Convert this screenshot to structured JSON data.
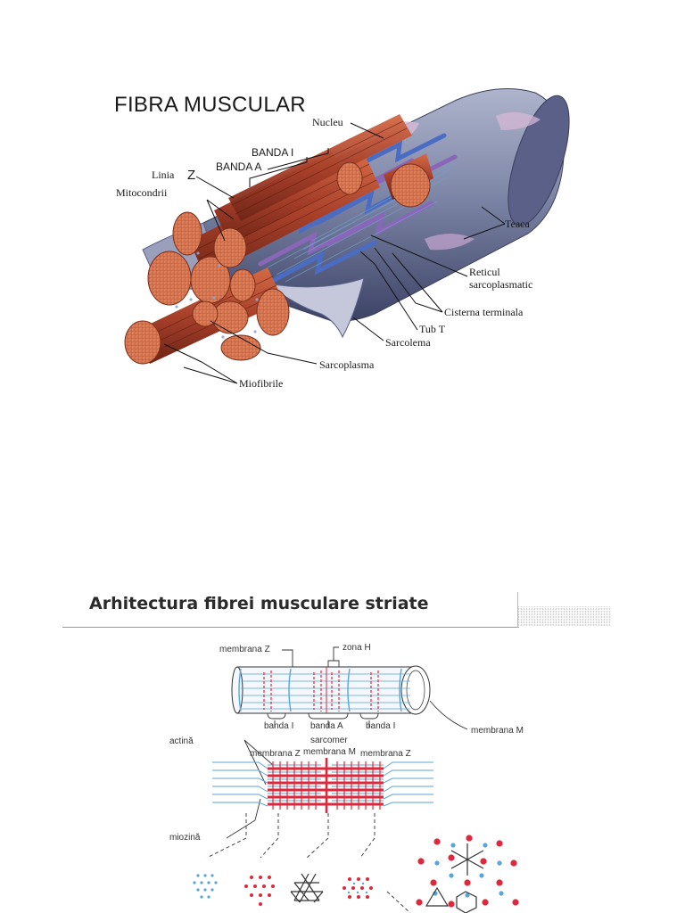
{
  "figure1": {
    "title": "FIBRA MUSCULAR",
    "labels": {
      "nucleu": "Nucleu",
      "banda_i": "BANDA I",
      "banda_a": "BANDA A",
      "linia": "Linia",
      "z": "Z",
      "mitocondrii": "Mitocondrii",
      "teaca": "Teaca",
      "reticul_1": "Reticul",
      "reticul_2": "sarcoplasmatic",
      "cisterna": "Cisterna terminala",
      "tub_t": "Tub T",
      "sarcolema": "Sarcolema",
      "sarcoplasma": "Sarcoplasma",
      "miofibrile": "Miofibrile"
    },
    "colors": {
      "sheath": "#7f87a8",
      "sheath_light": "#c4c8da",
      "myofibril": "#b94a2c",
      "myofibril_end": "#d9673f",
      "tubule_blue": "#4a6cc2",
      "tubule_purple": "#8a66b8"
    }
  },
  "figure2": {
    "title": "Arhitectura fibrei musculare striate",
    "labels": {
      "membrana_z_top": "membrana Z",
      "zona_h": "zona H",
      "membrana_m_right": "membrana M",
      "banda_i_left": "banda I",
      "banda_a": "banda A",
      "banda_i_right": "banda I",
      "sarcomer": "sarcomer",
      "actina": "actină",
      "membrana_z_left": "membrana Z",
      "membrana_m_mid": "membrana M",
      "membrana_z_right": "membrana Z",
      "miozina": "miozină"
    },
    "colors": {
      "actin": "#5aa6d6",
      "myosin": "#e0283c",
      "outline": "#333333"
    }
  }
}
